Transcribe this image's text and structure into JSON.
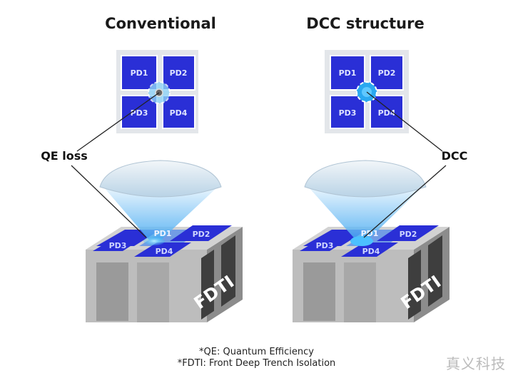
{
  "panels": [
    {
      "title": "Conventional",
      "pixels": [
        "PD1",
        "PD2",
        "PD3",
        "PD4"
      ],
      "callout": "QE loss",
      "trench": "FDTI",
      "center": "gray-gap"
    },
    {
      "title": "DCC structure",
      "pixels": [
        "PD1",
        "PD2",
        "PD3",
        "PD4"
      ],
      "callout": "DCC",
      "trench": "FDTI",
      "center": "blue-dcc"
    }
  ],
  "footnotes": [
    "*QE: Quantum Efficiency",
    "*FDTI: Front Deep Trench Isolation"
  ],
  "watermark": "真义科技",
  "colors": {
    "pixel_blue": "#2a2fd6",
    "light_blue": "#6fc4f5",
    "block_gray": "#b8b8b8",
    "dark_gray": "#4a4a4a"
  }
}
